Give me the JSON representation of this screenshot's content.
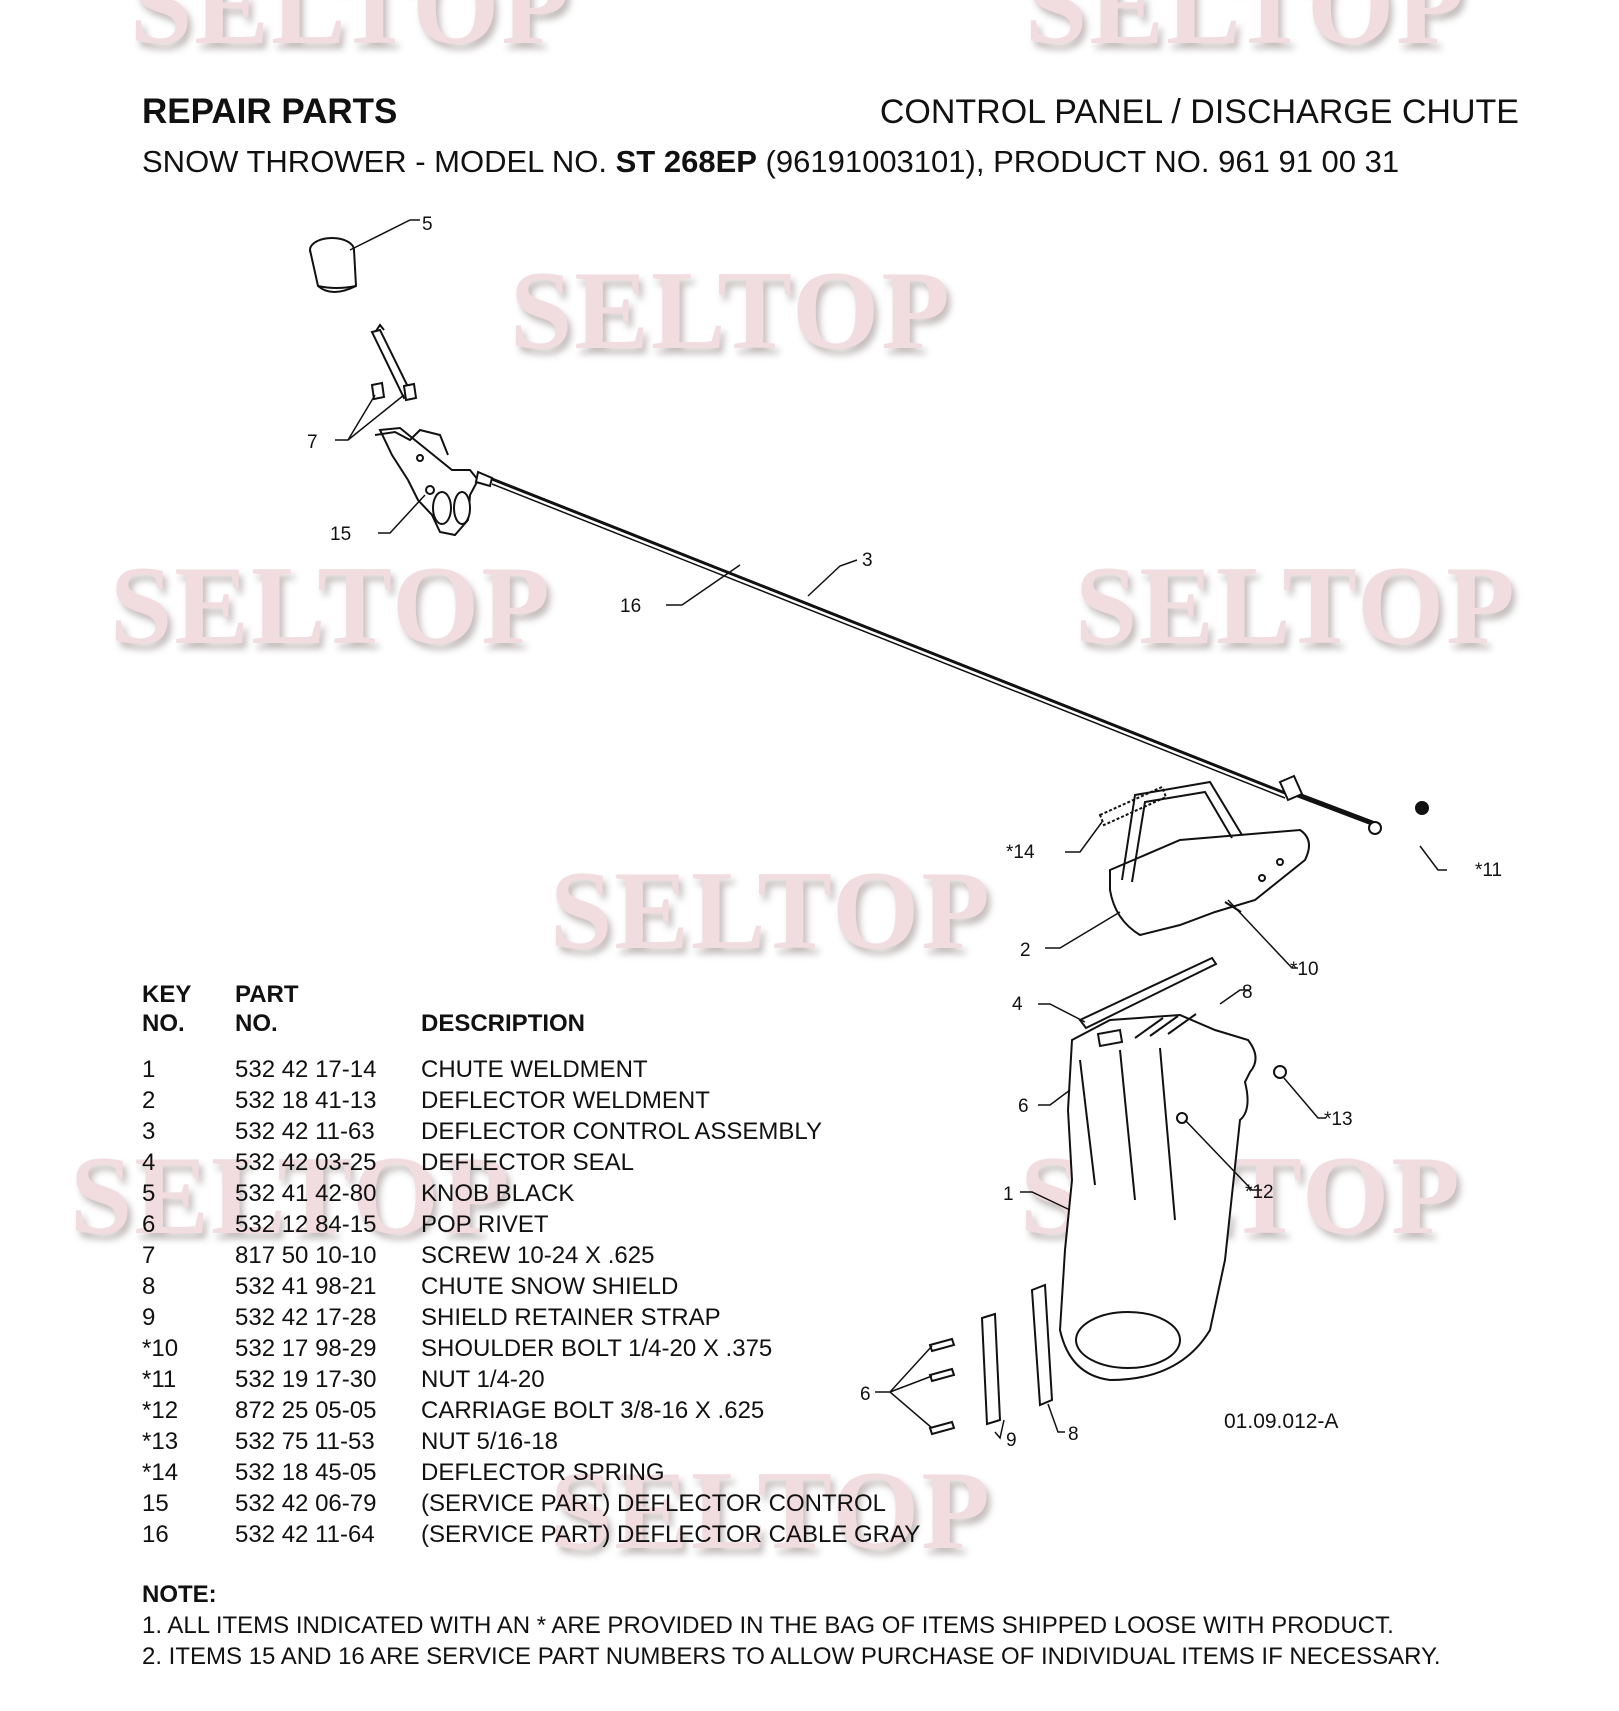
{
  "watermark": "SELTOP",
  "header": {
    "title_left": "REPAIR PARTS",
    "title_right": "CONTROL PANEL / DISCHARGE CHUTE",
    "sub_prefix": "SNOW THROWER - MODEL NO. ",
    "sub_model": "ST 268EP",
    "sub_suffix": " (96191003101), PRODUCT NO. 961 91 00 31"
  },
  "diagram": {
    "callouts": {
      "c5": "5",
      "c7": "7",
      "c15": "15",
      "c3": "3",
      "c16": "16",
      "c14": "*14",
      "c11": "*11",
      "c2": "2",
      "c10": "*10",
      "c4": "4",
      "c8a": "8",
      "c6a": "6",
      "c13": "*13",
      "c12": "*12",
      "c1": "1",
      "c6b": "6",
      "c9": "9",
      "c8b": "8"
    },
    "drawing_number": "01.09.012-A"
  },
  "table": {
    "headers": {
      "key_l1": "KEY",
      "key_l2": "NO.",
      "part_l1": "PART",
      "part_l2": "NO.",
      "desc": "DESCRIPTION"
    },
    "rows": [
      {
        "key": "1",
        "part": "532 42 17-14",
        "desc": "CHUTE WELDMENT"
      },
      {
        "key": "2",
        "part": "532 18 41-13",
        "desc": "DEFLECTOR WELDMENT"
      },
      {
        "key": "3",
        "part": "532 42 11-63",
        "desc": "DEFLECTOR CONTROL ASSEMBLY"
      },
      {
        "key": "4",
        "part": "532 42 03-25",
        "desc": "DEFLECTOR SEAL"
      },
      {
        "key": "5",
        "part": "532 41 42-80",
        "desc": "KNOB BLACK"
      },
      {
        "key": "6",
        "part": "532 12 84-15",
        "desc": "POP RIVET"
      },
      {
        "key": "7",
        "part": "817 50 10-10",
        "desc": "SCREW 10-24 X .625"
      },
      {
        "key": "8",
        "part": "532 41 98-21",
        "desc": "CHUTE SNOW SHIELD"
      },
      {
        "key": "9",
        "part": "532 42 17-28",
        "desc": "SHIELD RETAINER STRAP"
      },
      {
        "key": "*10",
        "part": "532 17 98-29",
        "desc": "SHOULDER BOLT 1/4-20 X .375"
      },
      {
        "key": "*11",
        "part": "532 19 17-30",
        "desc": "NUT 1/4-20"
      },
      {
        "key": "*12",
        "part": "872 25 05-05",
        "desc": "CARRIAGE BOLT 3/8-16 X .625"
      },
      {
        "key": "*13",
        "part": "532 75 11-53",
        "desc": "NUT 5/16-18"
      },
      {
        "key": "*14",
        "part": "532 18 45-05",
        "desc": "DEFLECTOR SPRING"
      },
      {
        "key": "15",
        "part": "532 42 06-79",
        "desc": "(SERVICE PART) DEFLECTOR CONTROL"
      },
      {
        "key": "16",
        "part": "532 42 11-64",
        "desc": "(SERVICE PART) DEFLECTOR CABLE GRAY"
      }
    ]
  },
  "note": {
    "heading": "NOTE:",
    "lines": [
      "1. ALL ITEMS INDICATED WITH AN * ARE PROVIDED IN THE BAG OF ITEMS SHIPPED LOOSE WITH PRODUCT.",
      "2. ITEMS 15 AND 16 ARE SERVICE PART NUMBERS TO ALLOW PURCHASE OF INDIVIDUAL ITEMS IF NECESSARY."
    ]
  }
}
